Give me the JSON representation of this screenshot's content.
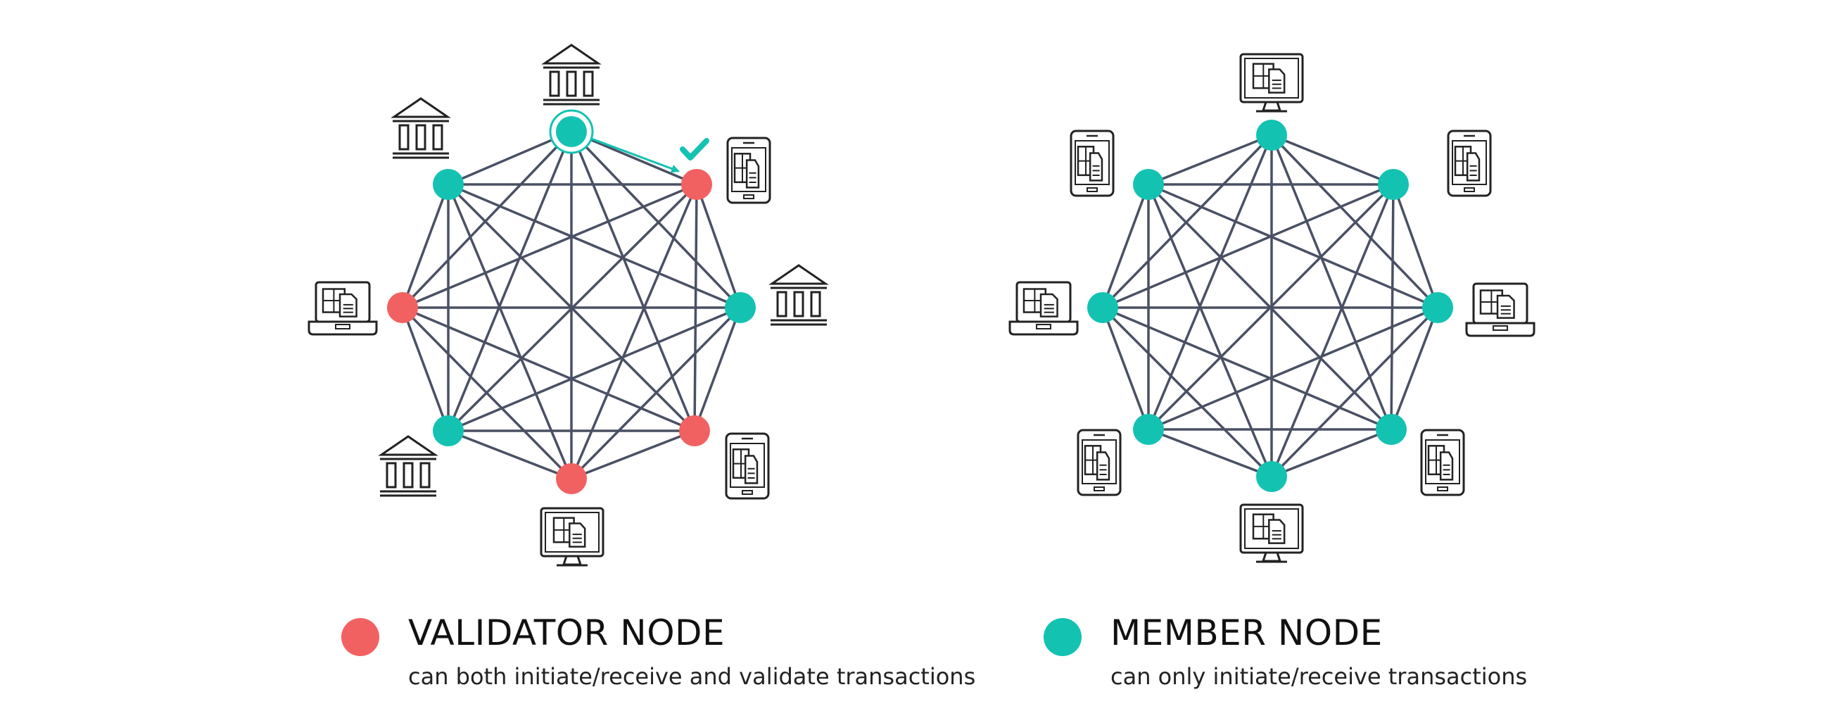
{
  "colors": {
    "validator": "#f26161",
    "member": "#14c2b2",
    "edge": "#4a5064",
    "icon": "#222222"
  },
  "networks": [
    {
      "name": "permissioned-network",
      "nodes": [
        {
          "id": "n0",
          "kind": "member",
          "icon": "bank-icon",
          "highlight": true
        },
        {
          "id": "n1",
          "kind": "validator",
          "icon": "mobile-device-icon",
          "check": true
        },
        {
          "id": "n2",
          "kind": "member",
          "icon": "bank-icon"
        },
        {
          "id": "n3",
          "kind": "validator",
          "icon": "mobile-device-icon"
        },
        {
          "id": "n4",
          "kind": "validator",
          "icon": "desktop-monitor-icon"
        },
        {
          "id": "n5",
          "kind": "member",
          "icon": "bank-icon"
        },
        {
          "id": "n6",
          "kind": "validator",
          "icon": "laptop-icon"
        },
        {
          "id": "n7",
          "kind": "member",
          "icon": "bank-icon"
        }
      ],
      "arrow": {
        "from": "n0",
        "to": "n1"
      }
    },
    {
      "name": "member-network",
      "nodes": [
        {
          "id": "m0",
          "kind": "member",
          "icon": "desktop-monitor-icon"
        },
        {
          "id": "m1",
          "kind": "member",
          "icon": "mobile-device-icon"
        },
        {
          "id": "m2",
          "kind": "member",
          "icon": "laptop-icon"
        },
        {
          "id": "m3",
          "kind": "member",
          "icon": "mobile-device-icon"
        },
        {
          "id": "m4",
          "kind": "member",
          "icon": "desktop-monitor-icon"
        },
        {
          "id": "m5",
          "kind": "member",
          "icon": "mobile-device-icon"
        },
        {
          "id": "m6",
          "kind": "member",
          "icon": "laptop-icon"
        },
        {
          "id": "m7",
          "kind": "member",
          "icon": "mobile-device-icon"
        }
      ]
    }
  ],
  "legend": {
    "validator": {
      "title": "VALIDATOR NODE",
      "description": "can both initiate/receive and validate transactions"
    },
    "member": {
      "title": "MEMBER NODE",
      "description": "can only initiate/receive transactions"
    }
  }
}
